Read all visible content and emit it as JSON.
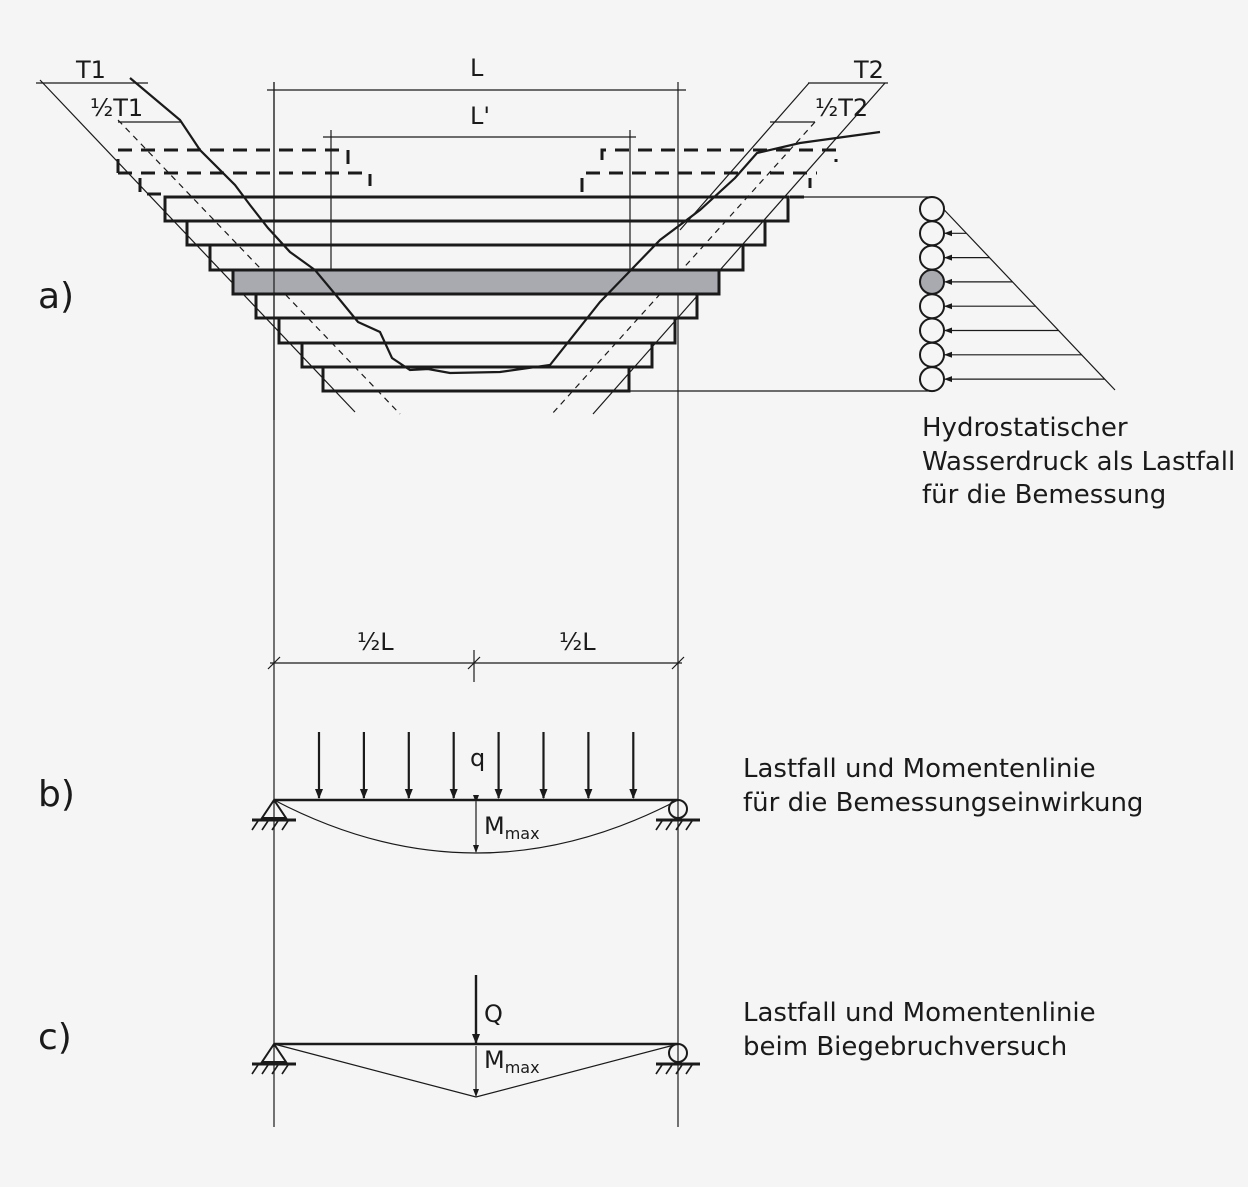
{
  "colors": {
    "background": "#f5f5f5",
    "line": "#1a1a1a",
    "highlight": "#a8aab0"
  },
  "panel_a": {
    "label": "a)",
    "dim_L": "L",
    "dim_L_prime": "L'",
    "dim_T1": "T1",
    "dim_half_T1": "½T1",
    "dim_T2": "T2",
    "dim_half_T2": "½T2",
    "layer_count": 8,
    "highlighted_layer": 4,
    "description": [
      "Hydrostatischer",
      "Wasserdruck als Lastfall",
      "für die Bemessung"
    ]
  },
  "panel_b": {
    "label": "b)",
    "dim_half_L_left": "½L",
    "dim_half_L_right": "½L",
    "load_label": "q",
    "moment_label": "M",
    "moment_sub": "max",
    "description": [
      "Lastfall und Momentenlinie",
      "für die Bemessungseinwirkung"
    ]
  },
  "panel_c": {
    "label": "c)",
    "load_label": "Q",
    "moment_label": "M",
    "moment_sub": "max",
    "description": [
      "Lastfall und Momentenlinie",
      "beim Biegebruchversuch"
    ]
  }
}
